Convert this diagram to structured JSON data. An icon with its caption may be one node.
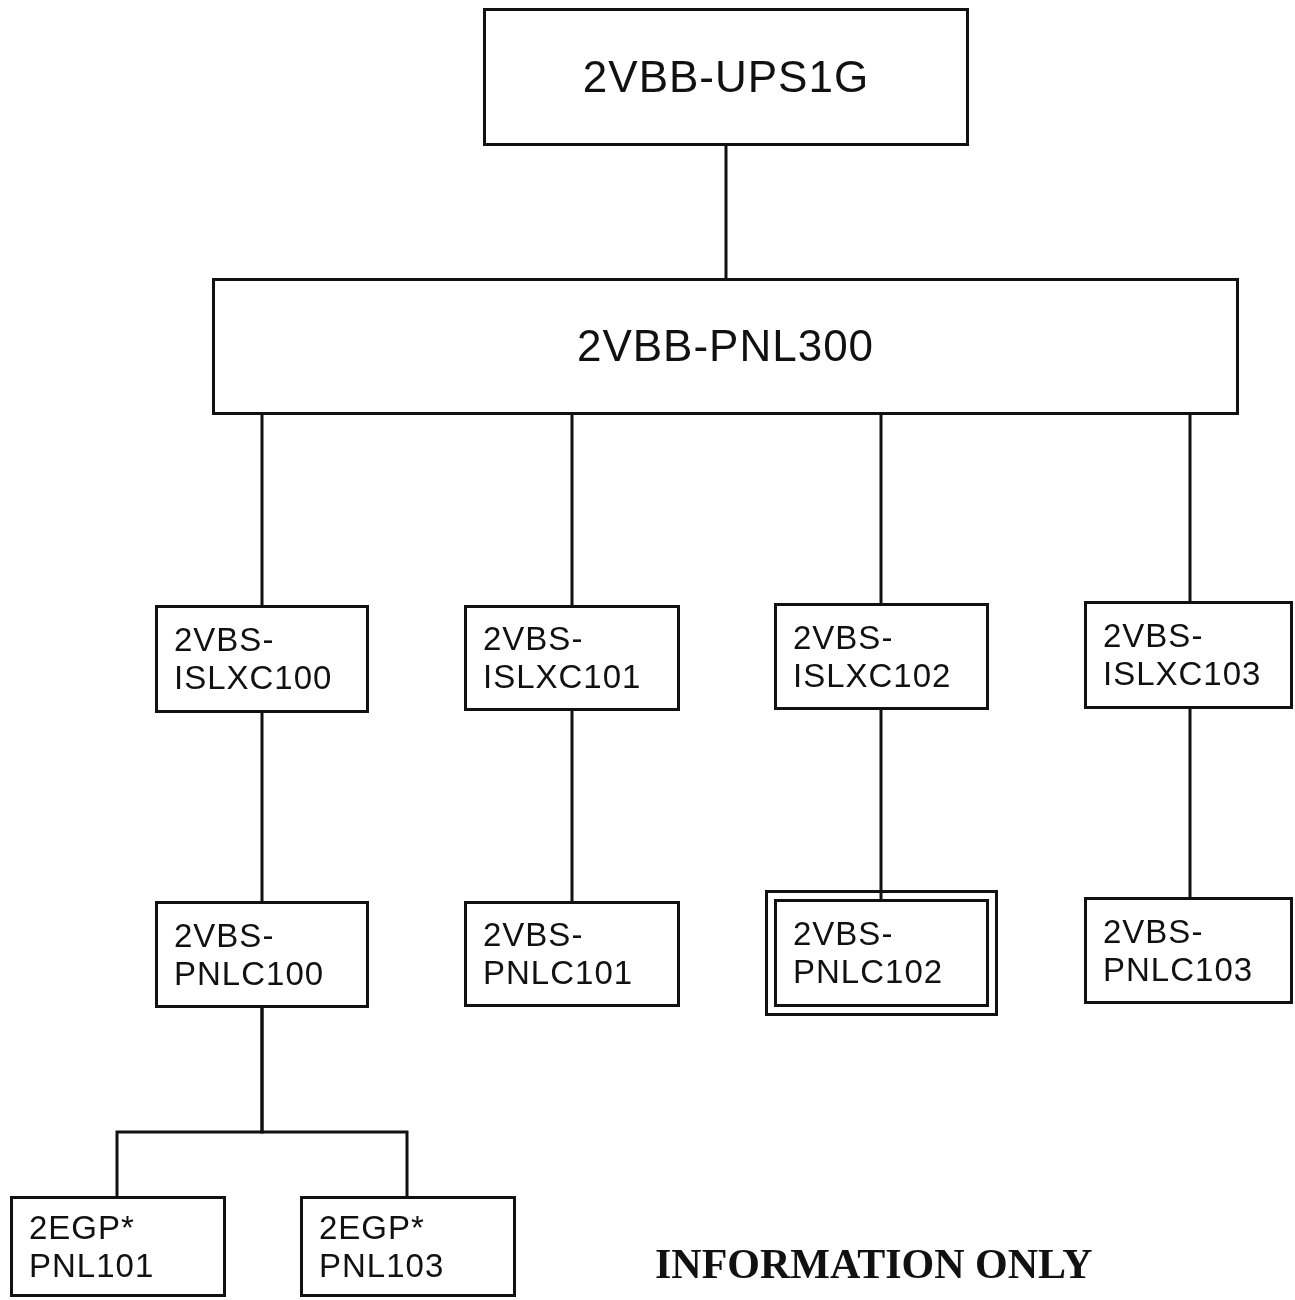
{
  "diagram": {
    "nodes": [
      {
        "text": [
          "2VBB-UPS1G"
        ]
      },
      {
        "text": [
          "2VBB-PNL300"
        ]
      },
      {
        "text": [
          "2VBS- ISLXC100"
        ]
      },
      {
        "text": [
          "2VBS- ISLXC101"
        ]
      },
      {
        "text": [
          "2VBS- ISLXC102"
        ]
      },
      {
        "text": [
          "2VBS- ISLXC103"
        ]
      },
      {
        "text": [
          "2VBS- PNLC100"
        ]
      },
      {
        "text": [
          "2VBS- PNLC101"
        ]
      },
      {
        "text": [
          "2VBS- PNLC102"
        ]
      },
      {
        "text": [
          "2VBS- PNLC103"
        ]
      },
      {
        "text": [
          "2EGP* PNL101"
        ]
      },
      {
        "text": [
          "2EGP* PNL103"
        ]
      }
    ],
    "edges": [
      {
        "from": 0,
        "to": 1,
        "arrow": "none"
      },
      {
        "from": 1,
        "to": 2,
        "arrow": "none"
      },
      {
        "from": 1,
        "to": 3,
        "arrow": "none"
      },
      {
        "from": 1,
        "to": 4,
        "arrow": "none"
      },
      {
        "from": 1,
        "to": 5,
        "arrow": "none"
      },
      {
        "from": 2,
        "to": 6,
        "arrow": "none"
      },
      {
        "from": 3,
        "to": 7,
        "arrow": "none"
      },
      {
        "from": 4,
        "to": 8,
        "arrow": "none"
      },
      {
        "from": 5,
        "to": 9,
        "arrow": "none"
      },
      {
        "from": 6,
        "to": 10,
        "arrow": "none"
      },
      {
        "from": 6,
        "to": 11,
        "arrow": "none"
      }
    ],
    "labels": [
      "INFORMATION ONLY"
    ]
  }
}
